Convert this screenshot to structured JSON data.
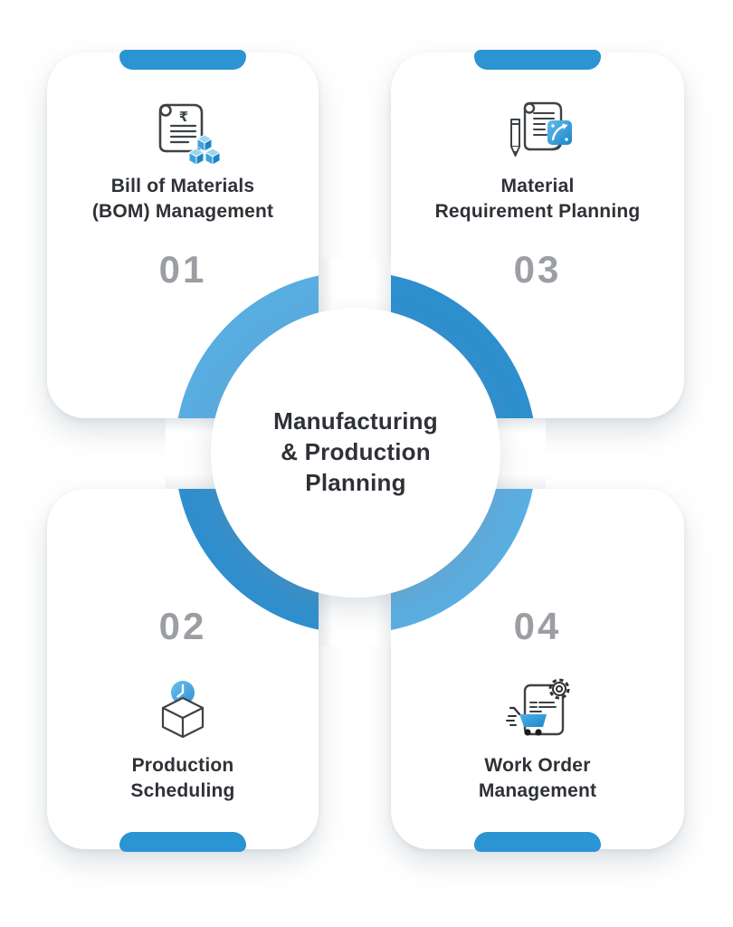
{
  "center": {
    "title_lines": [
      "Manufacturing",
      "& Production",
      "Planning"
    ]
  },
  "ring": {
    "color_light": "#58ADE1",
    "color_dark": "#2E8FCE"
  },
  "accent": {
    "tab_color": "#2B94D3",
    "number_color": "#9B9EA2",
    "text_color": "#2E3136"
  },
  "cards": [
    {
      "position": "top-left",
      "number": "01",
      "title_lines": [
        "Bill of Materials",
        "(BOM) Management"
      ],
      "icon": "bom-scroll-cubes-icon"
    },
    {
      "position": "top-right",
      "number": "03",
      "title_lines": [
        "Material",
        "Requirement Planning"
      ],
      "icon": "mrp-scroll-pencil-plan-icon"
    },
    {
      "position": "bottom-left",
      "number": "02",
      "title_lines": [
        "Production",
        "Scheduling"
      ],
      "icon": "cube-clock-icon"
    },
    {
      "position": "bottom-right",
      "number": "04",
      "title_lines": [
        "Work Order",
        "Management"
      ],
      "icon": "workorder-document-gear-cart-icon"
    }
  ]
}
